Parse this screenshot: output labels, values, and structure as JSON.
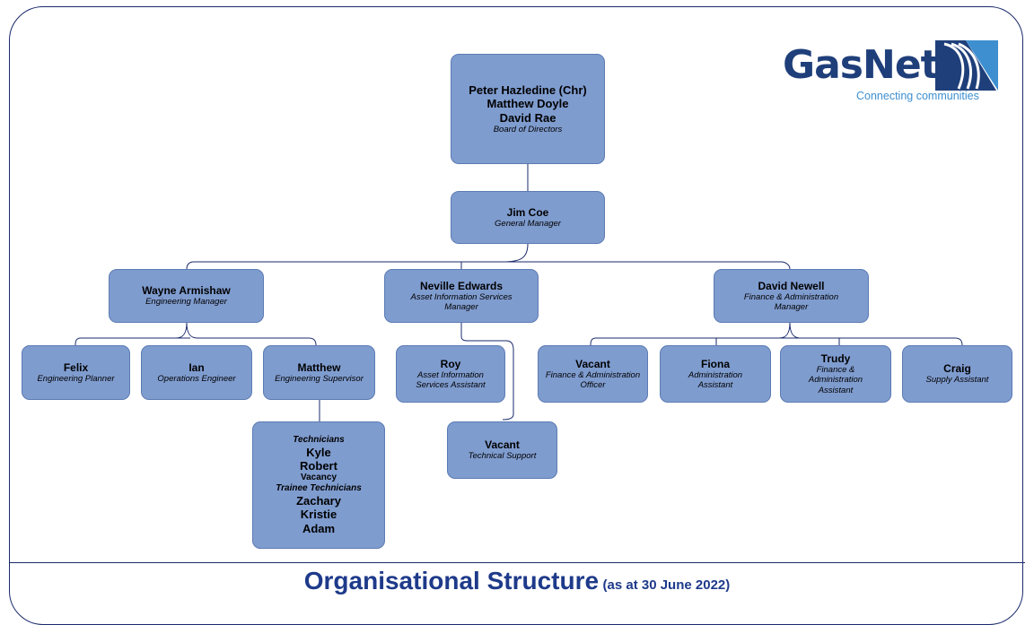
{
  "logo": {
    "name": "GasNet",
    "tagline": "Connecting communities"
  },
  "board": {
    "members": [
      "Peter Hazledine (Chr)",
      "Matthew Doyle",
      "David Rae"
    ],
    "role": "Board of Directors"
  },
  "gm": {
    "name": "Jim Coe",
    "role": "General Manager"
  },
  "managers": [
    {
      "name": "Wayne Armishaw",
      "role": "Engineering Manager"
    },
    {
      "name": "Neville Edwards",
      "role": "Asset Information Services Manager"
    },
    {
      "name": "David Newell",
      "role": "Finance & Administration Manager"
    }
  ],
  "engineering_staff": [
    {
      "name": "Felix",
      "role": "Engineering Planner"
    },
    {
      "name": "Ian",
      "role": "Operations Engineer"
    },
    {
      "name": "Matthew",
      "role": "Engineering Supervisor"
    }
  ],
  "technicians": {
    "heading": "Technicians",
    "names": [
      "Kyle",
      "Robert"
    ],
    "vacancy": "Vacancy",
    "trainee_heading": "Trainee Technicians",
    "trainees": [
      "Zachary",
      "Kristie",
      "Adam"
    ]
  },
  "asset_staff": [
    {
      "name": "Roy",
      "role": "Asset Information Services Assistant"
    },
    {
      "name": "Vacant",
      "role": "Technical Support"
    }
  ],
  "finance_staff": [
    {
      "name": "Vacant",
      "role": "Finance & Administration Officer"
    },
    {
      "name": "Fiona",
      "role": "Administration Assistant"
    },
    {
      "name": "Trudy",
      "role": "Finance & Administration Assistant"
    },
    {
      "name": "Craig",
      "role": "Supply Assistant"
    }
  ],
  "footer": {
    "title": "Organisational Structure",
    "date": "(as at 30 June 2022)"
  },
  "colors": {
    "box": "#7f9ccf",
    "border": "#1a2a6c",
    "title": "#1e3a8a",
    "logo_dark": "#1f3f7a",
    "logo_light": "#3d8fd0"
  }
}
